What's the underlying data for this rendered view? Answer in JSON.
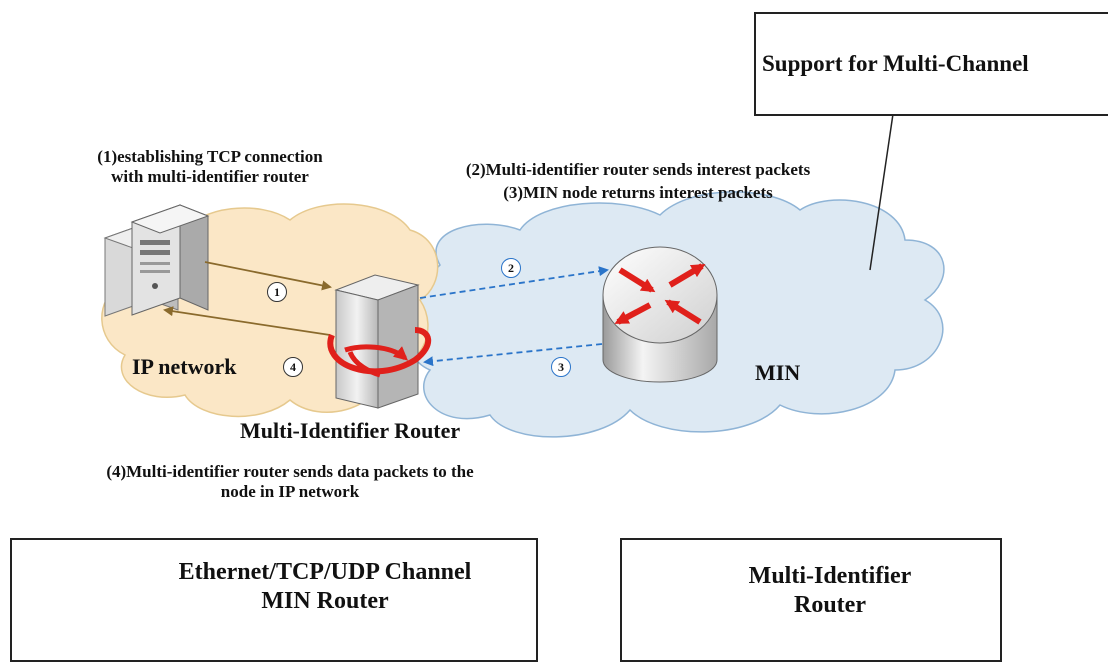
{
  "callout": {
    "text": "Support for Multi-Channel"
  },
  "steps": {
    "s1_line1": "(1)establishing TCP connection",
    "s1_line2": "with multi-identifier router",
    "s2": "(2)Multi-identifier router sends interest packets",
    "s3": "(3)MIN node returns interest packets",
    "s4_line1": "(4)Multi-identifier router sends data packets to the",
    "s4_line2": "node in IP network"
  },
  "markers": {
    "m1": "1",
    "m2": "2",
    "m3": "3",
    "m4": "4"
  },
  "networks": {
    "ip": "IP network",
    "min": "MIN"
  },
  "router_label": "Multi-Identifier Router",
  "legend": {
    "min_router": {
      "line1": "Ethernet/TCP/UDP Channel",
      "line2": "MIN Router"
    },
    "mi_router": {
      "line1": "Multi-Identifier",
      "line2": "Router"
    }
  },
  "colors": {
    "ip_cloud": "#fbe7c6",
    "min_cloud": "#dde9f3",
    "solid_arrow": "#8a6a2c",
    "dashed_arrow": "#2a74c9",
    "router_red": "#e0201b"
  }
}
